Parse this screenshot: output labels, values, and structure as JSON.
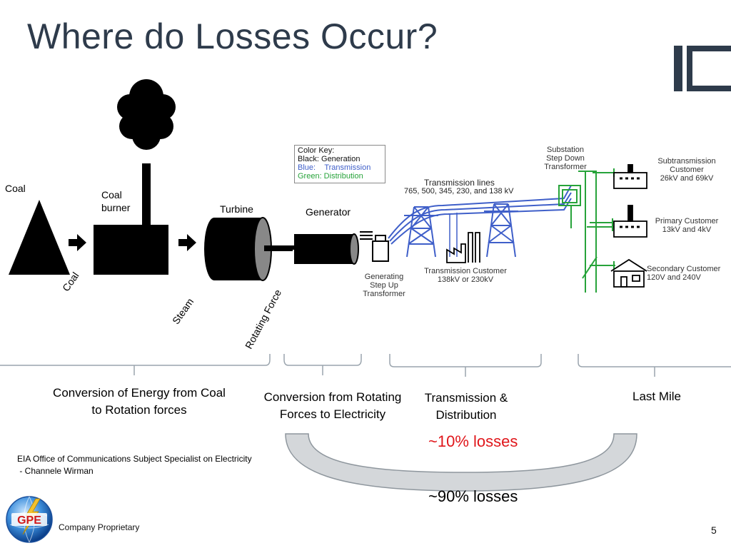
{
  "slide": {
    "title": "Where do Losses Occur?",
    "page_number": "5",
    "footer": "Company Proprietary",
    "logo_text": "GPE"
  },
  "process": {
    "coal_label": "Coal",
    "coal_burner_label": "Coal\nburner",
    "turbine_label": "Turbine",
    "generator_label": "Generator",
    "arrow_coal": "Coal",
    "arrow_steam": "Steam",
    "arrow_rotating": "Rotating Force"
  },
  "grid_diagram": {
    "color_key_title": "Color Key:",
    "key_black": "Black:  Generation",
    "key_blue_label": "Blue:",
    "key_blue_value": "Transmission",
    "key_green": "Green: Distribution",
    "transmission_lines": "Transmission lines",
    "voltages": "765, 500, 345, 230, and 138 kV",
    "substation": "Substation\nStep Down\nTransformer",
    "subtransmission": "Subtransmission\nCustomer\n26kV and 69kV",
    "primary": "Primary Customer\n13kV and 4kV",
    "secondary": "Secondary Customer\n120V and 240V",
    "transmission_customer": "Transmission Customer\n138kV or 230kV",
    "gsu": "Generating\nStep Up\nTransformer"
  },
  "stages": [
    {
      "text": "Conversion of Energy from Coal\nto Rotation forces"
    },
    {
      "text": "Conversion from Rotating\nForces to Electricity"
    },
    {
      "text": "Transmission &\nDistribution"
    },
    {
      "text": "Last Mile"
    }
  ],
  "losses": {
    "ten": "~10% losses",
    "ninety": "~90% losses"
  },
  "credit": {
    "line1": "EIA Office of Communications Subject Specialist on Electricity",
    "line2": " - Channele Wirman"
  },
  "colors": {
    "title": "#2e3b4b",
    "red": "#e0161b",
    "blue": "#3f5fc9",
    "green": "#27a33a",
    "arc_fill": "#d4d7da"
  }
}
